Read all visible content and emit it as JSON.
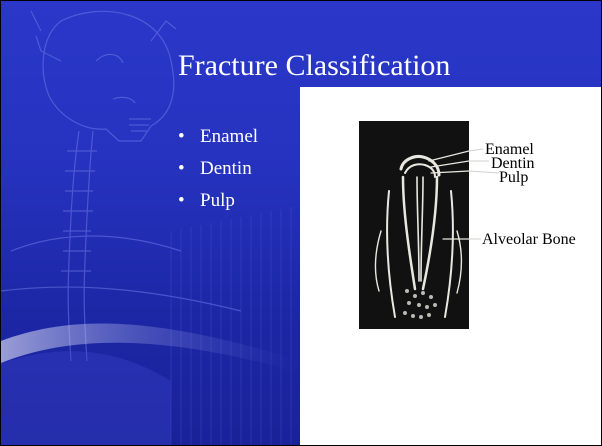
{
  "slide": {
    "title": "Fracture Classification",
    "bullets": [
      "Enamel",
      "Dentin",
      "Pulp"
    ],
    "bullet_glyph": "•"
  },
  "figure": {
    "labels": {
      "enamel": "Enamel",
      "dentin": "Dentin",
      "pulp": "Pulp",
      "alveolar_bone": "Alveolar Bone"
    }
  },
  "colors": {
    "background": "#2633c0",
    "title_text": "#ffffff",
    "figure_panel": "#ffffff"
  }
}
